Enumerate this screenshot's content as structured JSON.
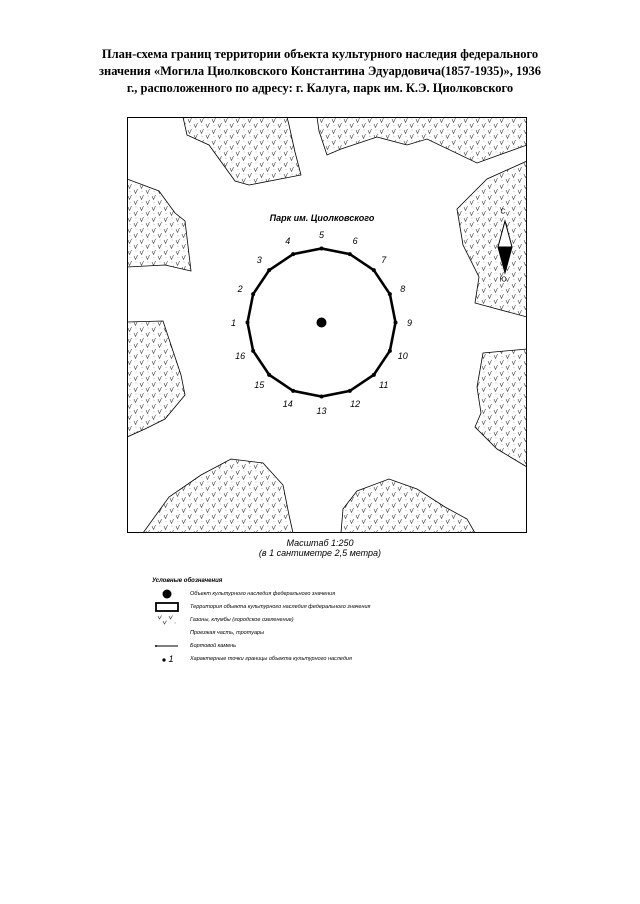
{
  "title": {
    "line1": "План-схема границ территории объекта культурного наследия федерального",
    "line2": "значения «Могила Циолковского Константина Эдуардовича(1857-1935)», 1936",
    "line3": "г., расположенного по адресу: г. Калуга, парк им. К.Э. Циолковского"
  },
  "map": {
    "park_label": "Парк им. Циолковского",
    "compass": {
      "north": "С",
      "south": "Ю"
    },
    "boundary_points": [
      "1",
      "2",
      "3",
      "4",
      "5",
      "6",
      "7",
      "8",
      "9",
      "10",
      "11",
      "12",
      "13",
      "14",
      "15",
      "16"
    ]
  },
  "scale": {
    "line1": "Масштаб 1:250",
    "line2": "(в 1 сантиметре 2,5 метра)"
  },
  "legend": {
    "title": "Условные обозначения",
    "items": [
      {
        "symbol": "filled-dot",
        "text": "Объект культурного наследия федерального значения"
      },
      {
        "symbol": "territory-rectangle",
        "text": "Территория объекта культурного наследия федерального значения"
      },
      {
        "symbol": "lawn-checks",
        "text": "Газоны, клумбы (городское озеленение)"
      },
      {
        "symbol": "blank",
        "text": "Проезжая часть, тротуары"
      },
      {
        "symbol": "curb-line",
        "text": "Бортовой камень"
      },
      {
        "symbol": "point-marker",
        "marker_label": "1",
        "text": "Характерные точки границы объекта культурного наследия"
      }
    ]
  }
}
